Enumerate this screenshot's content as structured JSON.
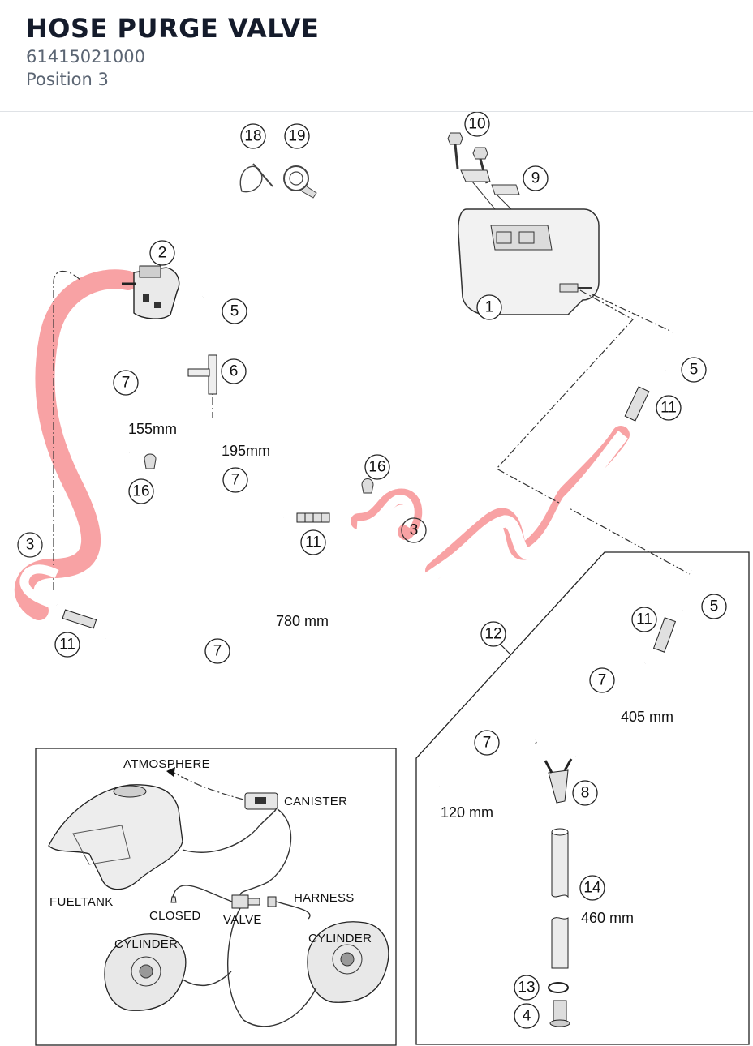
{
  "header": {
    "title": "HOSE PURGE VALVE",
    "part_number": "61415021000",
    "position": "Position 3"
  },
  "diagram": {
    "highlight_color": "#f2555a",
    "callouts": {
      "c1": "1",
      "c2": "2",
      "c3a": "3",
      "c3b": "3",
      "c4": "4",
      "c5a": "5",
      "c5b": "5",
      "c5c": "5",
      "c6": "6",
      "c7a": "7",
      "c7b": "7",
      "c7c": "7",
      "c7d": "7",
      "c7e": "7",
      "c8": "8",
      "c9": "9",
      "c10": "10",
      "c11a": "11",
      "c11b": "11",
      "c11c": "11",
      "c11d": "11",
      "c12": "12",
      "c13": "13",
      "c14": "14",
      "c16a": "16",
      "c16b": "16",
      "c18": "18",
      "c19": "19"
    },
    "dimensions": {
      "d155": "155mm",
      "d195": "195mm",
      "d780": "780 mm",
      "d405": "405 mm",
      "d120": "120 mm",
      "d460": "460 mm"
    },
    "schematic": {
      "atmosphere": "ATMOSPHERE",
      "canister": "CANISTER",
      "fueltank": "FUELTANK",
      "closed": "CLOSED",
      "valve": "VALVE",
      "harness": "HARNESS",
      "cylinder_left": "CYLINDER",
      "cylinder_right": "CYLINDER"
    }
  }
}
